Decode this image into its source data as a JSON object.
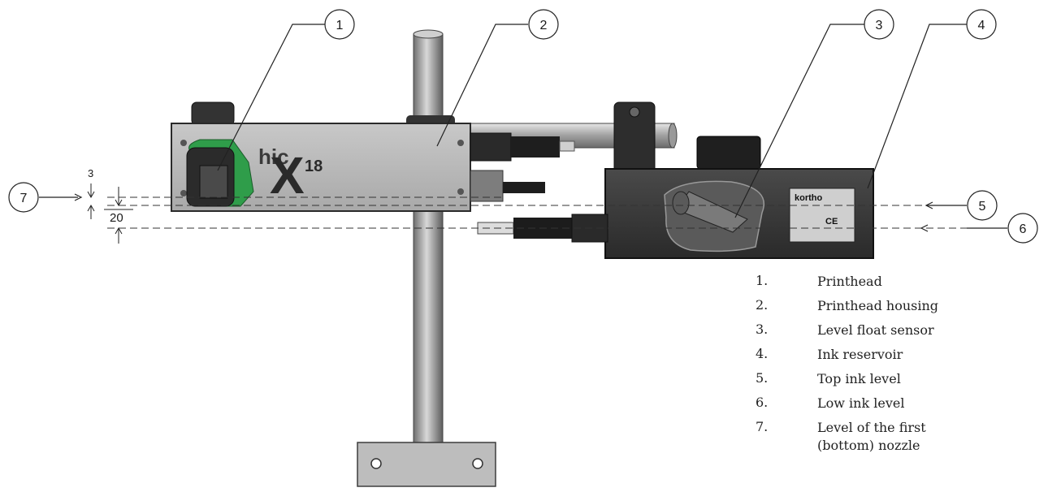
{
  "callouts": {
    "c1": "1",
    "c2": "2",
    "c3": "3",
    "c4": "4",
    "c5": "5",
    "c6": "6",
    "c7": "7"
  },
  "dimensions": {
    "gap": "3",
    "offset": "20"
  },
  "device_labels": {
    "printhead_brand_partial": "hic",
    "printhead_model_letter": "X",
    "printhead_model_number": "18",
    "reservoir_label_brand": "kortho",
    "reservoir_label_mark": "CE"
  },
  "legend": [
    {
      "num": "1.",
      "text": "Printhead"
    },
    {
      "num": "2.",
      "text": "Printhead housing"
    },
    {
      "num": "3.",
      "text": "Level float sensor"
    },
    {
      "num": "4.",
      "text": "Ink reservoir"
    },
    {
      "num": "5.",
      "text": "Top ink level"
    },
    {
      "num": "6.",
      "text": "Low ink level"
    },
    {
      "num": "7.",
      "text": "Level of the first (bottom) nozzle"
    }
  ],
  "colors": {
    "housing_silver": "#b9b9b9",
    "reservoir_dark": "#3a3a3a",
    "printhead_green": "#2f9d4a",
    "pole_grey": "#9a9a9a"
  }
}
